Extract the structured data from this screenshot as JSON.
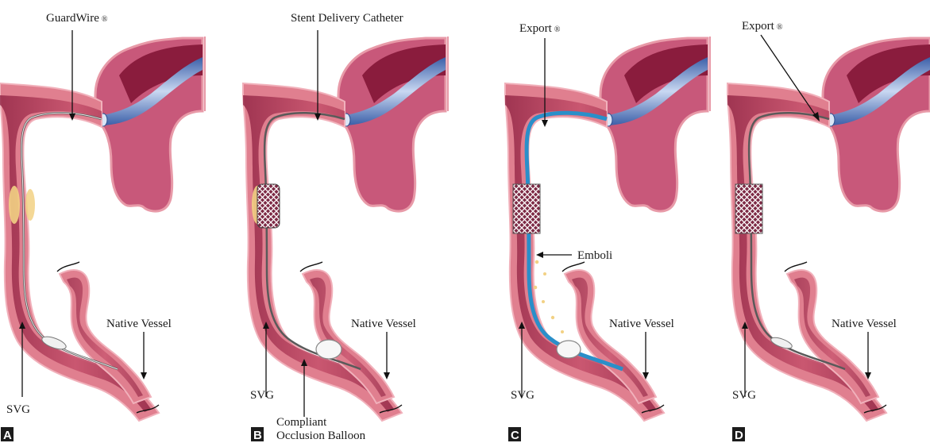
{
  "panels": [
    {
      "letter": "A",
      "device_label": "GuardWire",
      "device_mark": "®",
      "svg_label": "SVG",
      "native_label": "Native Vessel"
    },
    {
      "letter": "B",
      "device_label": "Stent Delivery Catheter",
      "svg_label": "SVG",
      "native_label": "Native Vessel",
      "balloon_label_line1": "Compliant",
      "balloon_label_line2": "Occlusion Balloon"
    },
    {
      "letter": "C",
      "device_label": "Export",
      "device_mark": "®",
      "svg_label": "SVG",
      "native_label": "Native Vessel",
      "emboli_label": "Emboli"
    },
    {
      "letter": "D",
      "device_label": "Export",
      "device_mark": "®",
      "svg_label": "SVG",
      "native_label": "Native Vessel"
    }
  ],
  "colors": {
    "vessel_wall": "#d9707e",
    "vessel_lumen": "#b8324f",
    "vessel_dark": "#7e1838",
    "aorta_blue": "#4a6fb5",
    "plaque": "#f2d184",
    "stent": "#ffffff",
    "catheter_blue": "#2a8fc9"
  }
}
